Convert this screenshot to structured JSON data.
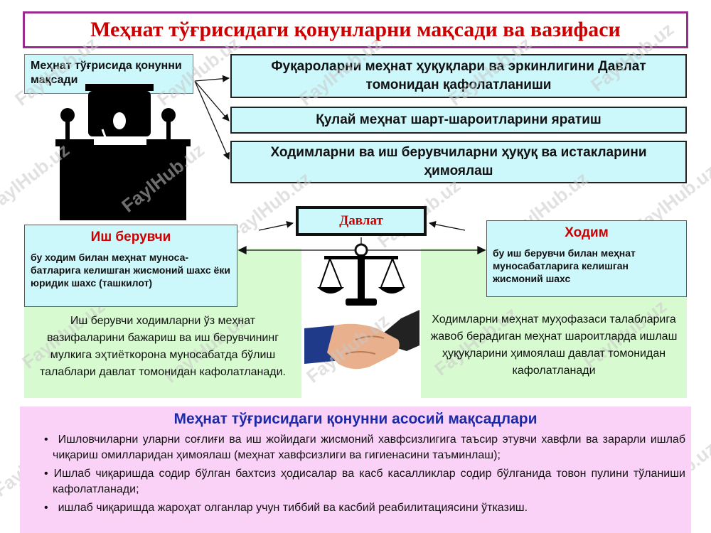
{
  "title": "Меҳнат тўғрисидаги қонунларни мақсади ва вазифаси",
  "goal_label": "Меҳнат тўғрисида қонунни мақсади",
  "goals": [
    "Фуқароларни меҳнат ҳуқуқлари ва эркинлигини Давлат томонидан қафолатланиши",
    "Қулай меҳнат шарт-шароитларини яратиш",
    "Ходимларни ва иш берувчиларни ҳуқуқ ва истакларини ҳимоялаш"
  ],
  "state_label": "Давлат",
  "employer": {
    "title": "Иш берувчи",
    "definition": "бу ходим билан меҳнат муноса-батларига келишган жисмоний шахс ёки юридик шахс (ташкилот)",
    "guarantee": "Иш берувчи ходимларни ўз меҳнат вазифаларини бажариш ва иш берувчининг мулкига эҳтиёткорона муносабатда бўлиш талаблари давлат томонидан кафолатланади."
  },
  "worker": {
    "title": "Ходим",
    "definition": "бу иш берувчи билан меҳнат муносабатларига келишган жисмоний шахс",
    "guarantee": "Ходимларни меҳнат муҳофазаси талабларига жавоб берадиган меҳнат шароитларда ишлаш ҳуқуқларини ҳимоялаш давлат томонидан кафолатланади"
  },
  "main_goals_heading": "Меҳнат тўғрисидаги қонунни асосий мақсадлари",
  "main_goals": [
    "Ишловчиларни уларни соғлиғи ва иш жойидаги жисмоний хавфсизлигига таъсир этувчи хавфли ва зарарли ишлаб чиқариш омилларидан ҳимоялаш (меҳнат хавфсизлиги ва гигиенасини таъминлаш);",
    "Ишлаб чиқаришда содир бўлган бахтсиз ҳодисалар ва касб касалликлар содир бўлганида товон пулини тўланиши кафолатланади;",
    "ишлаб чиқаришда жароҳат олганлар учун тиббий ва касбий реабилитациясини ўтказиш."
  ],
  "bullet": "•",
  "watermark": "FaylHub.uz",
  "colors": {
    "title_border": "#9a2b8f",
    "title_text": "#cc0000",
    "box_fill": "#ccf7fb",
    "green_fill": "#d8fad0",
    "pink_fill": "#fbd2f7",
    "heading_blue": "#1a2aa8"
  }
}
